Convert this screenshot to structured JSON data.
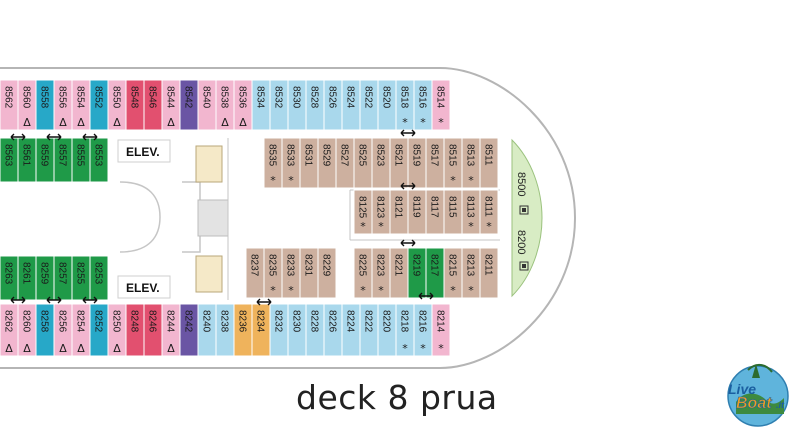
{
  "caption": "deck 8 prua",
  "logo": {
    "text1": "Live",
    "text2": "Boat",
    "text3": ".it"
  },
  "labels": {
    "elev": "ELEV.",
    "forward_top": "8500",
    "forward_bottom": "8200"
  },
  "colors": {
    "blue": "#a9d8ec",
    "teal": "#27a8c8",
    "pink": "#f2b6cf",
    "red": "#e2506f",
    "purple": "#6a55a4",
    "tan": "#cdb09f",
    "green": "#1f9a48",
    "orange": "#efb35c",
    "lime": "#d8ecc4",
    "outline": "#b0b0b0"
  },
  "legend_symbols": {
    "accessible": "Δ",
    "connecting": "↔",
    "star": "*"
  },
  "top_outer_cabins": [
    {
      "num": "8562",
      "color": "pink",
      "sym": ""
    },
    {
      "num": "8560",
      "color": "pink",
      "sym": "Δ"
    },
    {
      "num": "8558",
      "color": "teal",
      "sym": ""
    },
    {
      "num": "8556",
      "color": "pink",
      "sym": "Δ"
    },
    {
      "num": "8554",
      "color": "pink",
      "sym": "Δ"
    },
    {
      "num": "8552",
      "color": "teal",
      "sym": ""
    },
    {
      "num": "8550",
      "color": "pink",
      "sym": "Δ"
    },
    {
      "num": "8548",
      "color": "red",
      "sym": ""
    },
    {
      "num": "8546",
      "color": "red",
      "sym": ""
    },
    {
      "num": "8544",
      "color": "pink",
      "sym": "Δ"
    },
    {
      "num": "8542",
      "color": "purple",
      "sym": ""
    },
    {
      "num": "8540",
      "color": "pink",
      "sym": ""
    },
    {
      "num": "8538",
      "color": "pink",
      "sym": "Δ"
    },
    {
      "num": "8536",
      "color": "pink",
      "sym": "Δ"
    },
    {
      "num": "8534",
      "color": "blue",
      "sym": ""
    },
    {
      "num": "8532",
      "color": "blue",
      "sym": ""
    },
    {
      "num": "8530",
      "color": "blue",
      "sym": ""
    },
    {
      "num": "8528",
      "color": "blue",
      "sym": ""
    },
    {
      "num": "8526",
      "color": "blue",
      "sym": ""
    },
    {
      "num": "8524",
      "color": "blue",
      "sym": ""
    },
    {
      "num": "8522",
      "color": "blue",
      "sym": ""
    },
    {
      "num": "8520",
      "color": "blue",
      "sym": ""
    },
    {
      "num": "8518",
      "color": "blue",
      "sym": "*"
    },
    {
      "num": "8516",
      "color": "blue",
      "sym": "*"
    },
    {
      "num": "8514",
      "color": "pink",
      "sym": "*"
    }
  ],
  "bottom_outer_cabins": [
    {
      "num": "8262",
      "color": "pink",
      "sym": "Δ"
    },
    {
      "num": "8260",
      "color": "pink",
      "sym": "Δ"
    },
    {
      "num": "8258",
      "color": "teal",
      "sym": ""
    },
    {
      "num": "8256",
      "color": "pink",
      "sym": "Δ"
    },
    {
      "num": "8254",
      "color": "pink",
      "sym": "Δ"
    },
    {
      "num": "8252",
      "color": "teal",
      "sym": ""
    },
    {
      "num": "8250",
      "color": "pink",
      "sym": "Δ"
    },
    {
      "num": "8248",
      "color": "red",
      "sym": ""
    },
    {
      "num": "8246",
      "color": "red",
      "sym": ""
    },
    {
      "num": "8244",
      "color": "pink",
      "sym": "Δ"
    },
    {
      "num": "8242",
      "color": "purple",
      "sym": ""
    },
    {
      "num": "8240",
      "color": "blue",
      "sym": ""
    },
    {
      "num": "8238",
      "color": "blue",
      "sym": ""
    },
    {
      "num": "8236",
      "color": "orange",
      "sym": ""
    },
    {
      "num": "8234",
      "color": "orange",
      "sym": ""
    },
    {
      "num": "8232",
      "color": "blue",
      "sym": ""
    },
    {
      "num": "8230",
      "color": "blue",
      "sym": ""
    },
    {
      "num": "8228",
      "color": "blue",
      "sym": ""
    },
    {
      "num": "8226",
      "color": "blue",
      "sym": ""
    },
    {
      "num": "8224",
      "color": "blue",
      "sym": ""
    },
    {
      "num": "8222",
      "color": "blue",
      "sym": ""
    },
    {
      "num": "8220",
      "color": "blue",
      "sym": ""
    },
    {
      "num": "8218",
      "color": "blue",
      "sym": "*"
    },
    {
      "num": "8216",
      "color": "blue",
      "sym": "*"
    },
    {
      "num": "8214",
      "color": "pink",
      "sym": "*"
    }
  ],
  "top_green_cabins": [
    "8563",
    "8561",
    "8559",
    "8557",
    "8555",
    "8553"
  ],
  "bottom_green_cabins": [
    "8263",
    "8261",
    "8259",
    "8257",
    "8255",
    "8253"
  ],
  "top_inner_a": [
    {
      "num": "8535",
      "sym": "*"
    },
    {
      "num": "8533",
      "sym": "*"
    },
    {
      "num": "8531",
      "sym": ""
    },
    {
      "num": "8529",
      "sym": ""
    },
    {
      "num": "8527",
      "sym": ""
    },
    {
      "num": "8525",
      "sym": ""
    },
    {
      "num": "8523",
      "sym": ""
    },
    {
      "num": "8521",
      "sym": ""
    },
    {
      "num": "8519",
      "sym": ""
    },
    {
      "num": "8517",
      "sym": ""
    },
    {
      "num": "8515",
      "sym": "*"
    },
    {
      "num": "8513",
      "sym": "*"
    },
    {
      "num": "8511",
      "sym": ""
    }
  ],
  "top_inner_b": [
    {
      "num": "8125",
      "sym": "*"
    },
    {
      "num": "8123",
      "sym": "*"
    },
    {
      "num": "8121",
      "sym": ""
    },
    {
      "num": "8119",
      "sym": ""
    },
    {
      "num": "8117",
      "sym": ""
    },
    {
      "num": "8115",
      "sym": ""
    },
    {
      "num": "8113",
      "sym": "*"
    },
    {
      "num": "8111",
      "sym": "*"
    }
  ],
  "bottom_inner_a": [
    {
      "num": "8237",
      "sym": ""
    },
    {
      "num": "8235",
      "sym": "*"
    },
    {
      "num": "8233",
      "sym": "*"
    },
    {
      "num": "8231",
      "sym": ""
    },
    {
      "num": "8229",
      "sym": ""
    }
  ],
  "bottom_inner_b": [
    {
      "num": "8225",
      "sym": "*",
      "color": "tan"
    },
    {
      "num": "8223",
      "sym": "*",
      "color": "tan"
    },
    {
      "num": "8221",
      "sym": "",
      "color": "tan"
    },
    {
      "num": "8219",
      "sym": "",
      "color": "green"
    },
    {
      "num": "8217",
      "sym": "",
      "color": "green"
    },
    {
      "num": "8215",
      "sym": "*",
      "color": "tan"
    },
    {
      "num": "8213",
      "sym": "*",
      "color": "tan"
    },
    {
      "num": "8211",
      "sym": "",
      "color": "tan"
    }
  ]
}
